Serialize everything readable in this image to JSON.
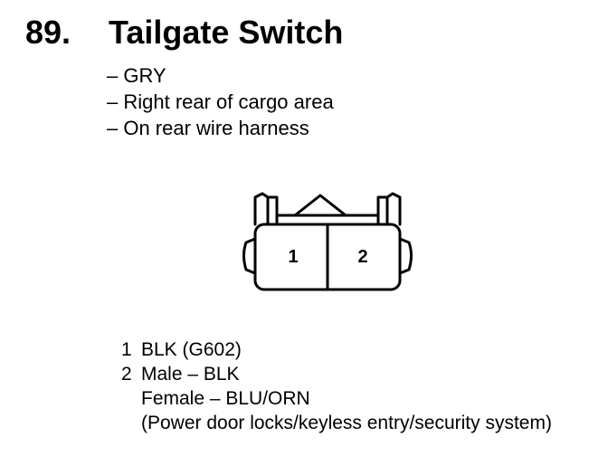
{
  "header": {
    "number": "89.",
    "title": "Tailgate Switch"
  },
  "details": [
    "– GRY",
    "– Right rear of cargo area",
    "– On rear wire harness"
  ],
  "connector": {
    "pins": [
      "1",
      "2"
    ]
  },
  "pin_descriptions": [
    {
      "pin": "1",
      "lines": [
        "BLK (G602)"
      ]
    },
    {
      "pin": "2",
      "lines": [
        "Male – BLK",
        "Female – BLU/ORN",
        "(Power door locks/keyless entry/security system)"
      ]
    }
  ]
}
